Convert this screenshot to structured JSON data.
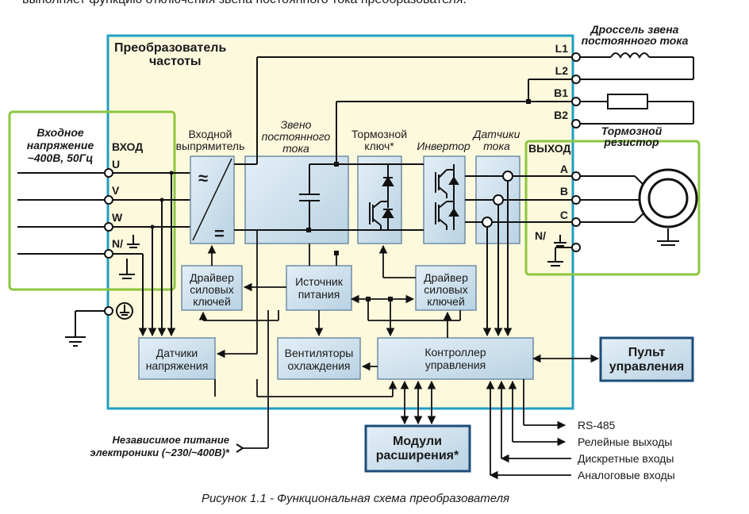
{
  "top_text": "выполняет функцию отключения звена постоянного тока преобразователя.",
  "converter_title_line1": "Преобразователь",
  "converter_title_line2": "частоты",
  "input_voltage_line1": "Входное",
  "input_voltage_line2": "напряжение",
  "input_voltage_line3": "~400В, 50Гц",
  "input_label": "ВХОД",
  "input_terminals": [
    "U",
    "V",
    "W",
    "N/"
  ],
  "rectifier_line1": "Входной",
  "rectifier_line2": "выпрямитель",
  "dc_link_line1": "Звено",
  "dc_link_line2": "постоянного",
  "dc_link_line3": "тока",
  "brake_key_line1": "Тормозной",
  "brake_key_line2": "ключ*",
  "inverter_label": "Инвертор",
  "current_sensors_line1": "Датчики",
  "current_sensors_line2": "тока",
  "output_label": "ВЫХОД",
  "output_terminals": [
    "A",
    "B",
    "C",
    "N/"
  ],
  "dc_terminals": [
    "L1",
    "L2",
    "B1",
    "B2"
  ],
  "choke_line1": "Дроссель звена",
  "choke_line2": "постоянного тока",
  "brake_resistor_line1": "Тормозной",
  "brake_resistor_line2": "резистор",
  "driver1_line1": "Драйвер",
  "driver1_line2": "силовых",
  "driver1_line3": "ключей",
  "power_supply_line1": "Источник",
  "power_supply_line2": "питания",
  "driver2_line1": "Драйвер",
  "driver2_line2": "силовых",
  "driver2_line3": "ключей",
  "voltage_sensors_line1": "Датчики",
  "voltage_sensors_line2": "напряжения",
  "fans_line1": "Вентиляторы",
  "fans_line2": "охлаждения",
  "controller_line1": "Контроллер",
  "controller_line2": "управления",
  "panel_line1": "Пульт",
  "panel_line2": "управления",
  "modules_line1": "Модули",
  "modules_line2": "расширения*",
  "independent_line1": "Независимое питание",
  "independent_line2": "электроники (~230/~400В)*",
  "io_labels": [
    "RS-485",
    "Релейные выходы",
    "Дискретные входы",
    "Аналоговые входы"
  ],
  "caption": "Рисунок 1.1 - Функциональная схема преобразователя",
  "colors": {
    "converter_bg": "#fdf9dd",
    "converter_border": "#1f9fc4",
    "block_fill": "#cfe1ee",
    "block_border": "#6e8ea5",
    "highlight": "#8cc63f",
    "dark_block_border": "#1d4d78",
    "wire": "#111111"
  }
}
